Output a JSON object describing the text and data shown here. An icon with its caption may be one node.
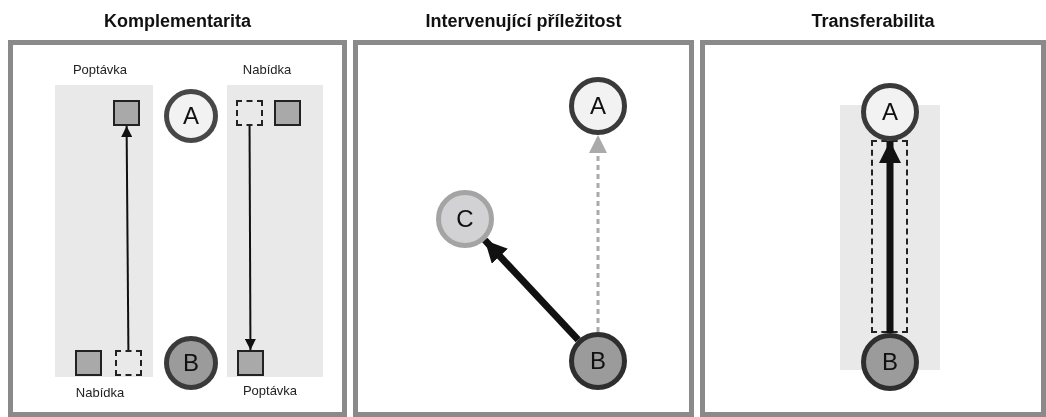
{
  "diagram": {
    "nodes": [
      {
        "text": [
          "Komplementarita"
        ]
      },
      {
        "text": [
          "A"
        ],
        "in": 0
      },
      {
        "text": [
          "B"
        ],
        "in": 0
      },
      {
        "text": [],
        "shape": "box",
        "in": 0
      },
      {
        "text": [],
        "shape": "box",
        "in": 0
      },
      {
        "text": [],
        "shape": "box",
        "in": 0
      },
      {
        "text": [],
        "shape": "box",
        "in": 0
      },
      {
        "text": [],
        "shape": "box",
        "in": 0
      },
      {
        "text": [],
        "shape": "box",
        "in": 0
      },
      {
        "text": [
          "Intervenující příležitost"
        ]
      },
      {
        "text": [
          "A"
        ],
        "in": 9
      },
      {
        "text": [
          "C"
        ],
        "in": 9
      },
      {
        "text": [
          "B"
        ],
        "in": 9
      },
      {
        "text": [
          "Transferabilita"
        ]
      },
      {
        "text": [
          "A"
        ],
        "in": 13
      },
      {
        "text": [
          "B"
        ],
        "in": 13
      }
    ],
    "edges": [
      {
        "from": 7,
        "to": 3,
        "arrow": "to"
      },
      {
        "from": 4,
        "to": 8,
        "arrow": "to"
      },
      {
        "from": 12,
        "to": 10,
        "arrow": "to",
        "style": "dashed",
        "color": "#aaaaaa"
      },
      {
        "from": 12,
        "to": 11,
        "arrow": "to",
        "style": "thick"
      },
      {
        "from": 15,
        "to": 14,
        "arrow": "to",
        "style": "thick"
      }
    ],
    "labels": [
      "Poptávka",
      "Nabídka",
      "Nabídka",
      "Poptávka"
    ]
  }
}
